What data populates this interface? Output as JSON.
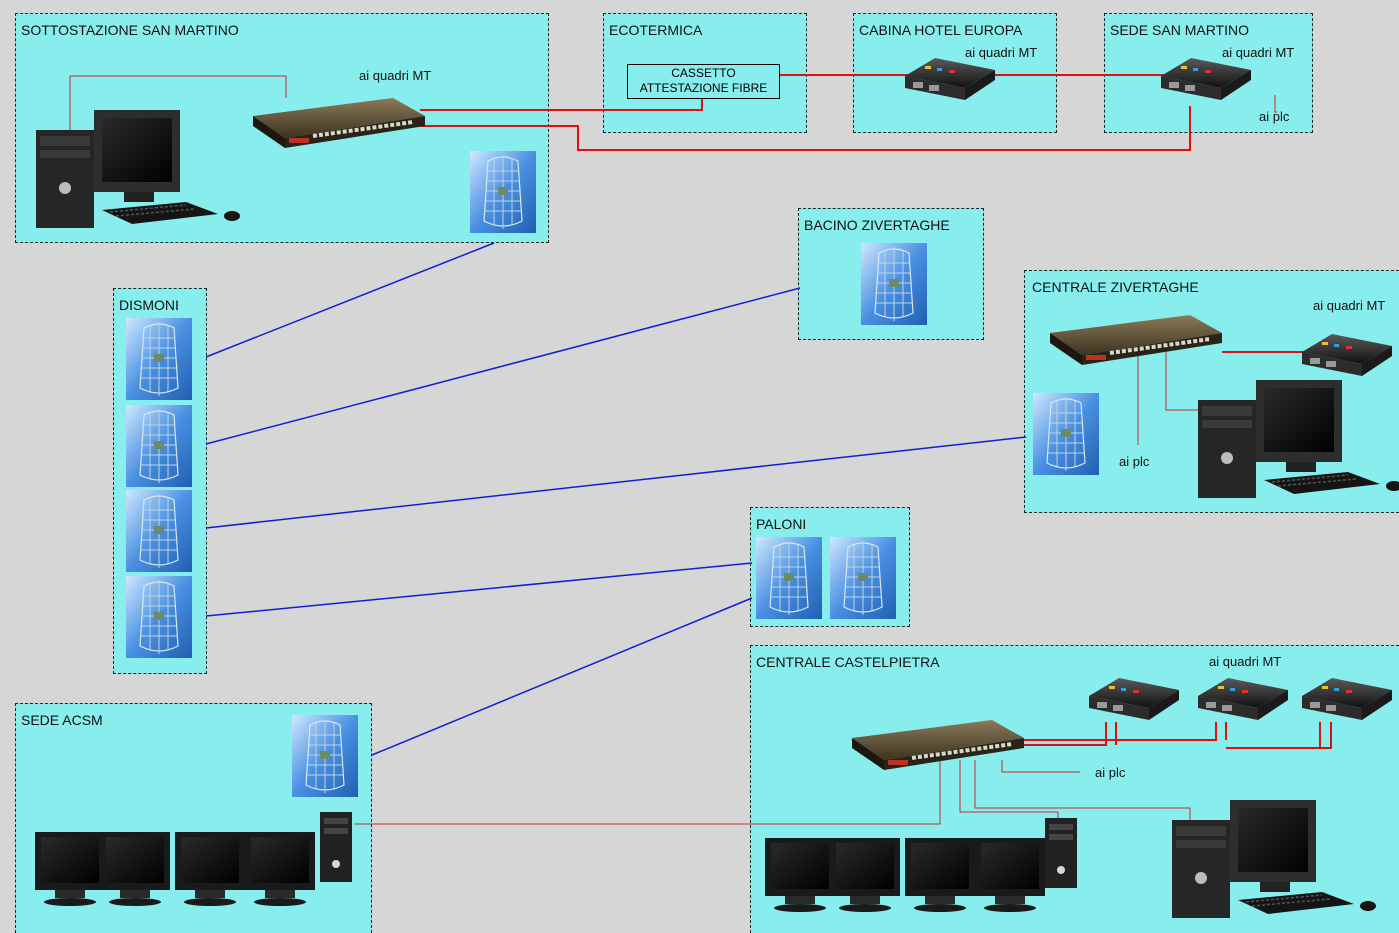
{
  "sites": {
    "sottostazione": {
      "title": "SOTTOSTAZIONE SAN MARTINO",
      "note": "ai quadri MT"
    },
    "ecotermica": {
      "title": "ECOTERMICA",
      "box_line1": "CASSETTO",
      "box_line2": "ATTESTAZIONE FIBRE"
    },
    "cabina": {
      "title": "CABINA HOTEL EUROPA",
      "note": "ai quadri MT"
    },
    "sede_sm": {
      "title": "SEDE SAN MARTINO",
      "note_mt": "ai quadri MT",
      "note_plc": "ai plc"
    },
    "bacino": {
      "title": "BACINO ZIVERTAGHE"
    },
    "dismoni": {
      "title": "DISMONI"
    },
    "centrale_z": {
      "title": "CENTRALE ZIVERTAGHE",
      "note_mt": "ai quadri MT",
      "note_plc": "ai plc"
    },
    "paloni": {
      "title": "PALONI"
    },
    "sede_acsm": {
      "title": "SEDE ACSM"
    },
    "centrale_c": {
      "title": "CENTRALE CASTELPIETRA",
      "note_mt": "ai quadri MT",
      "note_plc": "ai plc"
    }
  },
  "colors": {
    "background": "#d6d6d6",
    "site_fill": "#88eded",
    "fiber_link": "#e01010",
    "radio_link": "#1020d0",
    "lan_link": "#c03030"
  },
  "icons": [
    "desktop-pc-icon",
    "network-switch-icon",
    "media-converter-icon",
    "grid-antenna-icon",
    "monitor-icon",
    "tower-pc-icon",
    "keyboard-icon"
  ]
}
